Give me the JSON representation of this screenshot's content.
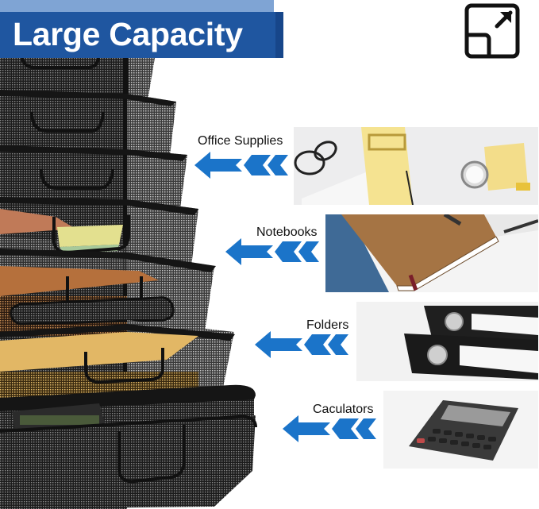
{
  "banner": {
    "title": "Large Capacity",
    "color_main": "#1f56a0",
    "color_strip": "#7fa4d4"
  },
  "toolbar": {
    "expand_icon": "expand-image-icon"
  },
  "product": {
    "name": "mesh-desk-organizer",
    "color": "#1a1a1a",
    "tiers": 8
  },
  "callouts": [
    {
      "label": "Office Supplies",
      "image": "office-supplies-photo",
      "arrow_color": "#1b74c9"
    },
    {
      "label": "Notebooks",
      "image": "notebooks-photo",
      "arrow_color": "#1b74c9"
    },
    {
      "label": "Folders",
      "image": "folders-photo",
      "arrow_color": "#1b74c9"
    },
    {
      "label": "Caculators",
      "image": "calculator-photo",
      "arrow_color": "#1b74c9"
    }
  ]
}
